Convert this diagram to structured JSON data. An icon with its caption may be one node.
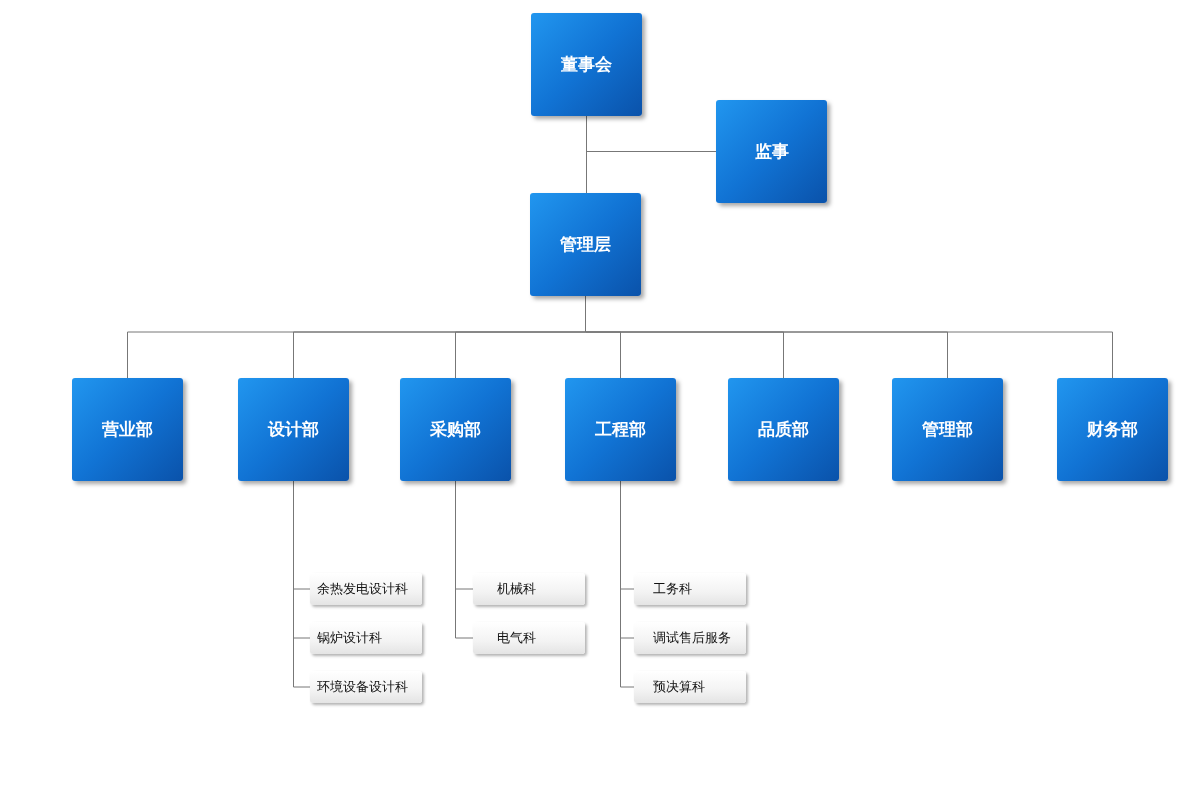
{
  "diagram": {
    "nodes": [
      {
        "text": [
          "董事会"
        ]
      },
      {
        "text": [
          "监事"
        ]
      },
      {
        "text": [
          "管理层"
        ]
      },
      {
        "text": [
          "营业部"
        ]
      },
      {
        "text": [
          "设计部"
        ]
      },
      {
        "text": [
          "采购部"
        ]
      },
      {
        "text": [
          "工程部"
        ]
      },
      {
        "text": [
          "品质部"
        ]
      },
      {
        "text": [
          "管理部"
        ]
      },
      {
        "text": [
          "财务部"
        ]
      },
      {
        "text": [
          "余热发电设计科"
        ]
      },
      {
        "text": [
          "锅炉设计科"
        ]
      },
      {
        "text": [
          "环境设备设计科"
        ]
      },
      {
        "text": [
          "机械科"
        ]
      },
      {
        "text": [
          "电气科"
        ]
      },
      {
        "text": [
          "工务科"
        ]
      },
      {
        "text": [
          "调试售后服务"
        ]
      },
      {
        "text": [
          "预决算科"
        ]
      }
    ],
    "edges": [
      {
        "from": 0,
        "to": 2,
        "arrow": "none"
      },
      {
        "from": 0,
        "to": 1,
        "arrow": "none"
      },
      {
        "from": 2,
        "to": 3,
        "arrow": "none"
      },
      {
        "from": 2,
        "to": 4,
        "arrow": "none"
      },
      {
        "from": 2,
        "to": 5,
        "arrow": "none"
      },
      {
        "from": 2,
        "to": 6,
        "arrow": "none"
      },
      {
        "from": 2,
        "to": 7,
        "arrow": "none"
      },
      {
        "from": 2,
        "to": 8,
        "arrow": "none"
      },
      {
        "from": 2,
        "to": 9,
        "arrow": "none"
      },
      {
        "from": 4,
        "to": 10,
        "arrow": "none"
      },
      {
        "from": 4,
        "to": 11,
        "arrow": "none"
      },
      {
        "from": 4,
        "to": 12,
        "arrow": "none"
      },
      {
        "from": 5,
        "to": 13,
        "arrow": "none"
      },
      {
        "from": 5,
        "to": 14,
        "arrow": "none"
      },
      {
        "from": 6,
        "to": 15,
        "arrow": "none"
      },
      {
        "from": 6,
        "to": 16,
        "arrow": "none"
      },
      {
        "from": 6,
        "to": 17,
        "arrow": "none"
      }
    ]
  }
}
